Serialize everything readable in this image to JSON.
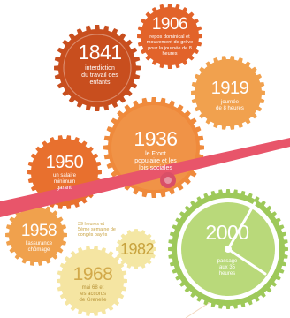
{
  "events": [
    {
      "id": "1841",
      "year": "1841",
      "lines": [
        "interdiction",
        "du travail des",
        "enfants"
      ],
      "color": "#c84e1e"
    },
    {
      "id": "1906",
      "year": "1906",
      "lines": [
        "repos dominical et",
        "mouvement de grève",
        "pour la journée de 8",
        "heures"
      ],
      "color": "#e2632a"
    },
    {
      "id": "1919",
      "year": "1919",
      "lines": [
        "journée",
        "de 8 heures"
      ],
      "color": "#f1a14e"
    },
    {
      "id": "1936",
      "year": "1936",
      "lines": [
        "le Front",
        "populaire et les",
        "lois sociales"
      ],
      "color": "#ef8a3c"
    },
    {
      "id": "1950",
      "year": "1950",
      "lines": [
        "un salaire",
        "minimum",
        "garanti"
      ],
      "color": "#e8702e"
    },
    {
      "id": "1958",
      "year": "1958",
      "lines": [
        "l'assurance",
        "chômage"
      ],
      "color": "#f0a14d"
    },
    {
      "id": "1982",
      "year": "1982",
      "lines": [],
      "color": "#f4e7a4"
    },
    {
      "id": "1968",
      "year": "1968",
      "lines": [
        "mai 68 et",
        "les accords",
        "de Grenelle"
      ],
      "color": "#f5e5a2"
    },
    {
      "id": "2000",
      "year": "2000",
      "lines": [
        "passage",
        "aux 35",
        "heures"
      ],
      "color": "#b9d97a"
    }
  ],
  "note_1956": {
    "lines": [
      "39 heures et",
      "5ème semaine de",
      "congés payés"
    ]
  },
  "colors": {
    "band": "#e8556a",
    "needle": "#ffffff",
    "gauge_ring": "#9ec95a"
  }
}
